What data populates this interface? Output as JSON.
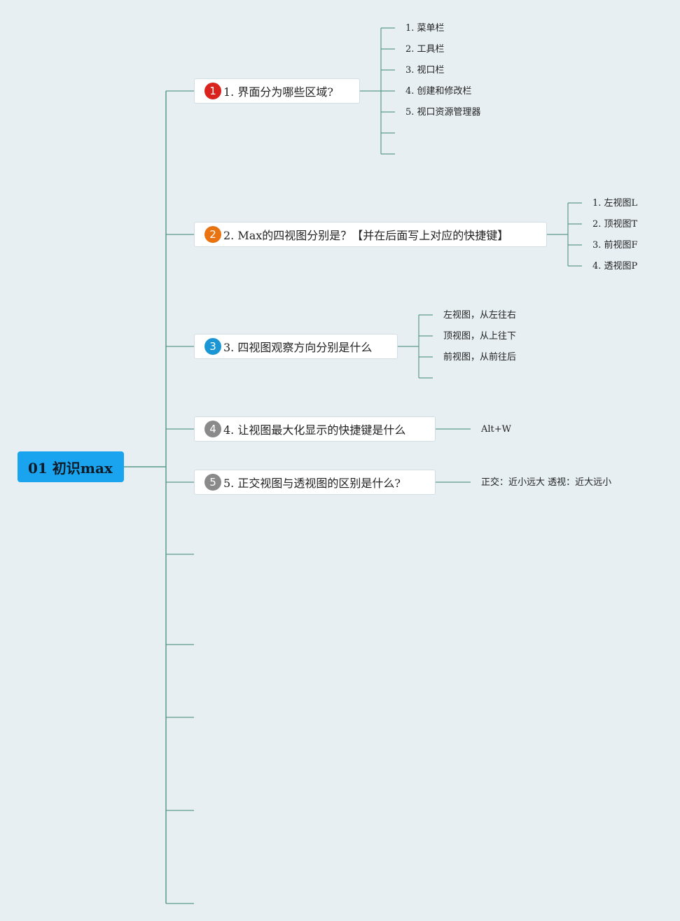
{
  "root": {
    "label": "01 初识max"
  },
  "topics": [
    {
      "number": "1",
      "badge_color": "#d9231c",
      "label": "1. 界面分为哪些区域?",
      "children": [
        "1. 菜单栏",
        "2. 工具栏",
        "3. 视口栏",
        "4. 创建和修改栏",
        "5. 视口资源管理器",
        "",
        ""
      ]
    },
    {
      "number": "2",
      "badge_color": "#ea7311",
      "label": "2. Max的四视图分别是？【并在后面写上对应的快捷键】",
      "children": [
        "1. 左视图L",
        "2. 顶视图T",
        "3. 前视图F",
        "4. 透视图P"
      ]
    },
    {
      "number": "3",
      "badge_color": "#1b96d4",
      "label": "3. 四视图观察方向分别是什么",
      "children": [
        "左视图，从左往右",
        "顶视图，从上往下",
        "前视图，从前往后",
        ""
      ]
    },
    {
      "number": "4",
      "badge_color": "#8a8a8a",
      "label": "4. 让视图最大化显示的快捷键是什么",
      "children": [
        "Alt+W"
      ]
    },
    {
      "number": "5",
      "badge_color": "#8a8a8a",
      "label": "5. 正交视图与透视图的区别是什么?",
      "children": [
        "正交：近小远大 透视：近大远小"
      ]
    }
  ],
  "empty_branch_count": 5,
  "colors": {
    "line": "#5b9a8d",
    "background": "#e7eff3",
    "root": "#1aa3ee"
  }
}
